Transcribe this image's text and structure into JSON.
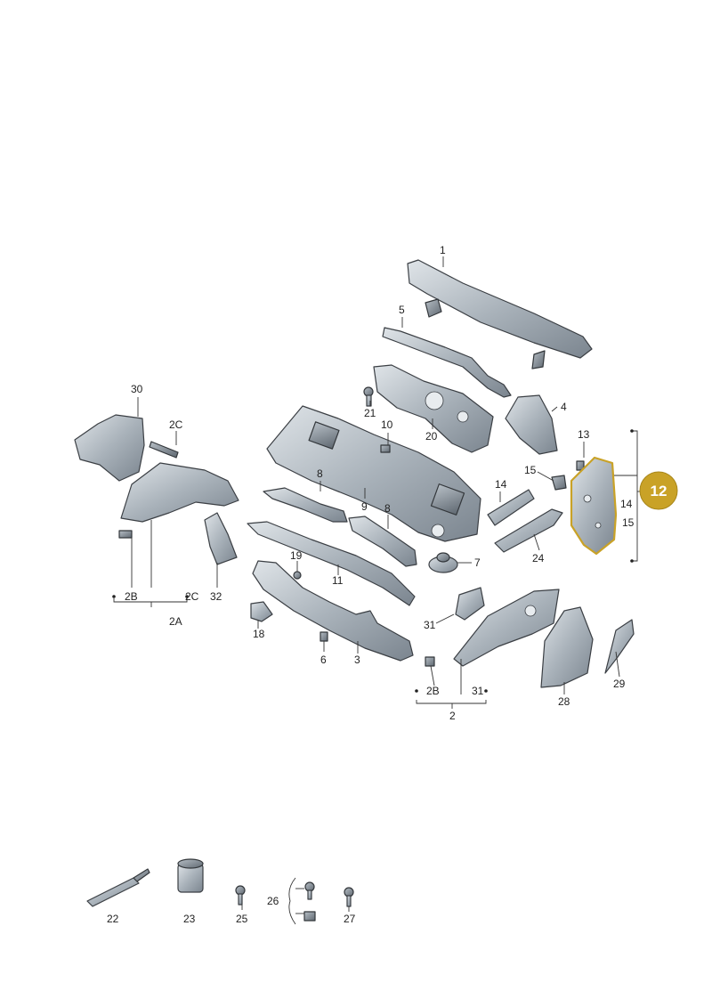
{
  "labels": {
    "l1": "1",
    "l5": "5",
    "l30": "30",
    "l2C_top": "2C",
    "l21": "21",
    "l20": "20",
    "l4": "4",
    "l10": "10",
    "l13": "13",
    "l8_top": "8",
    "l14_left": "14",
    "l15_left": "15",
    "l14_right": "14",
    "l15_right": "15",
    "l9": "9",
    "l8_mid": "8",
    "l7": "7",
    "l24": "24",
    "l19": "19",
    "l11": "11",
    "l2B_left": "2B",
    "l2C_left": "2C",
    "l32": "32",
    "l2A": "2A",
    "l18": "18",
    "l31_top": "31",
    "l6": "6",
    "l3": "3",
    "l2B_right": "2B",
    "l31_bottom": "31",
    "l2": "2",
    "l28": "28",
    "l29": "29",
    "l22": "22",
    "l23": "23",
    "l25": "25",
    "l26": "26",
    "l27": "27"
  },
  "badge": {
    "text": "12",
    "color": "#c9a227"
  },
  "colors": {
    "highlight": "#c9a227",
    "metal": "#8e98a2"
  }
}
